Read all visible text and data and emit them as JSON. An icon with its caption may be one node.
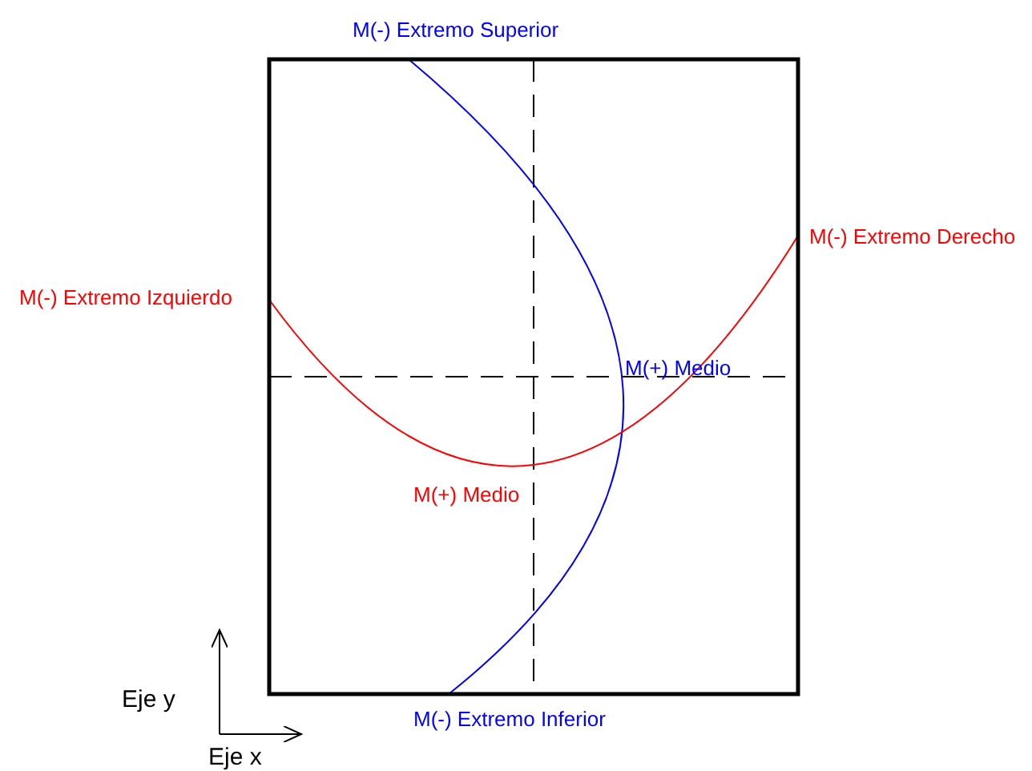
{
  "diagram": {
    "labels": [
      "M(-) Extremo Superior",
      "M(-) Extremo Derecho",
      "M(-) Extremo Izquierdo",
      "M(+) Medio",
      "M(+) Medio",
      "Eje y",
      "M(-) Extremo Inferior",
      "Eje x"
    ]
  }
}
